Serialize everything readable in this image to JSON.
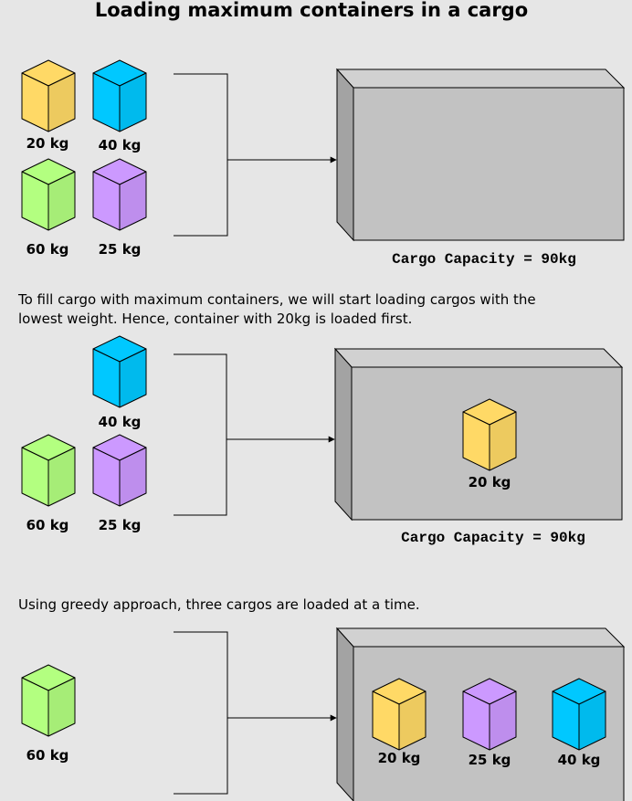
{
  "title": "Loading maximum containers in a cargo",
  "colors": {
    "yellow": "#ffd966",
    "blue": "#00c8ff",
    "green": "#b3ff80",
    "purple": "#cc99ff",
    "cargo_front": "#c2c2c2",
    "cargo_side": "#a3a3a3",
    "cargo_top": "#d1d1d1"
  },
  "sections": [
    {
      "outside": [
        {
          "weight": "20 kg",
          "color": "yellow"
        },
        {
          "weight": "40 kg",
          "color": "blue"
        },
        {
          "weight": "60 kg",
          "color": "green"
        },
        {
          "weight": "25 kg",
          "color": "purple"
        }
      ],
      "inside": [],
      "capacity_label": "Cargo Capacity = 90kg"
    },
    {
      "caption_lines": [
        "To fill cargo with maximum containers, we will start loading cargos with the",
        "lowest weight. Hence, container with 20kg is loaded first."
      ],
      "outside": [
        {
          "weight": "40 kg",
          "color": "blue"
        },
        {
          "weight": "60 kg",
          "color": "green"
        },
        {
          "weight": "25 kg",
          "color": "purple"
        }
      ],
      "inside": [
        {
          "weight": "20 kg",
          "color": "yellow"
        }
      ],
      "capacity_label": "Cargo Capacity = 90kg"
    },
    {
      "caption_lines": [
        "Using greedy approach, three cargos are loaded at a time."
      ],
      "outside": [
        {
          "weight": "60 kg",
          "color": "green"
        }
      ],
      "inside": [
        {
          "weight": "20 kg",
          "color": "yellow"
        },
        {
          "weight": "25 kg",
          "color": "purple"
        },
        {
          "weight": "40 kg",
          "color": "blue"
        }
      ]
    }
  ]
}
